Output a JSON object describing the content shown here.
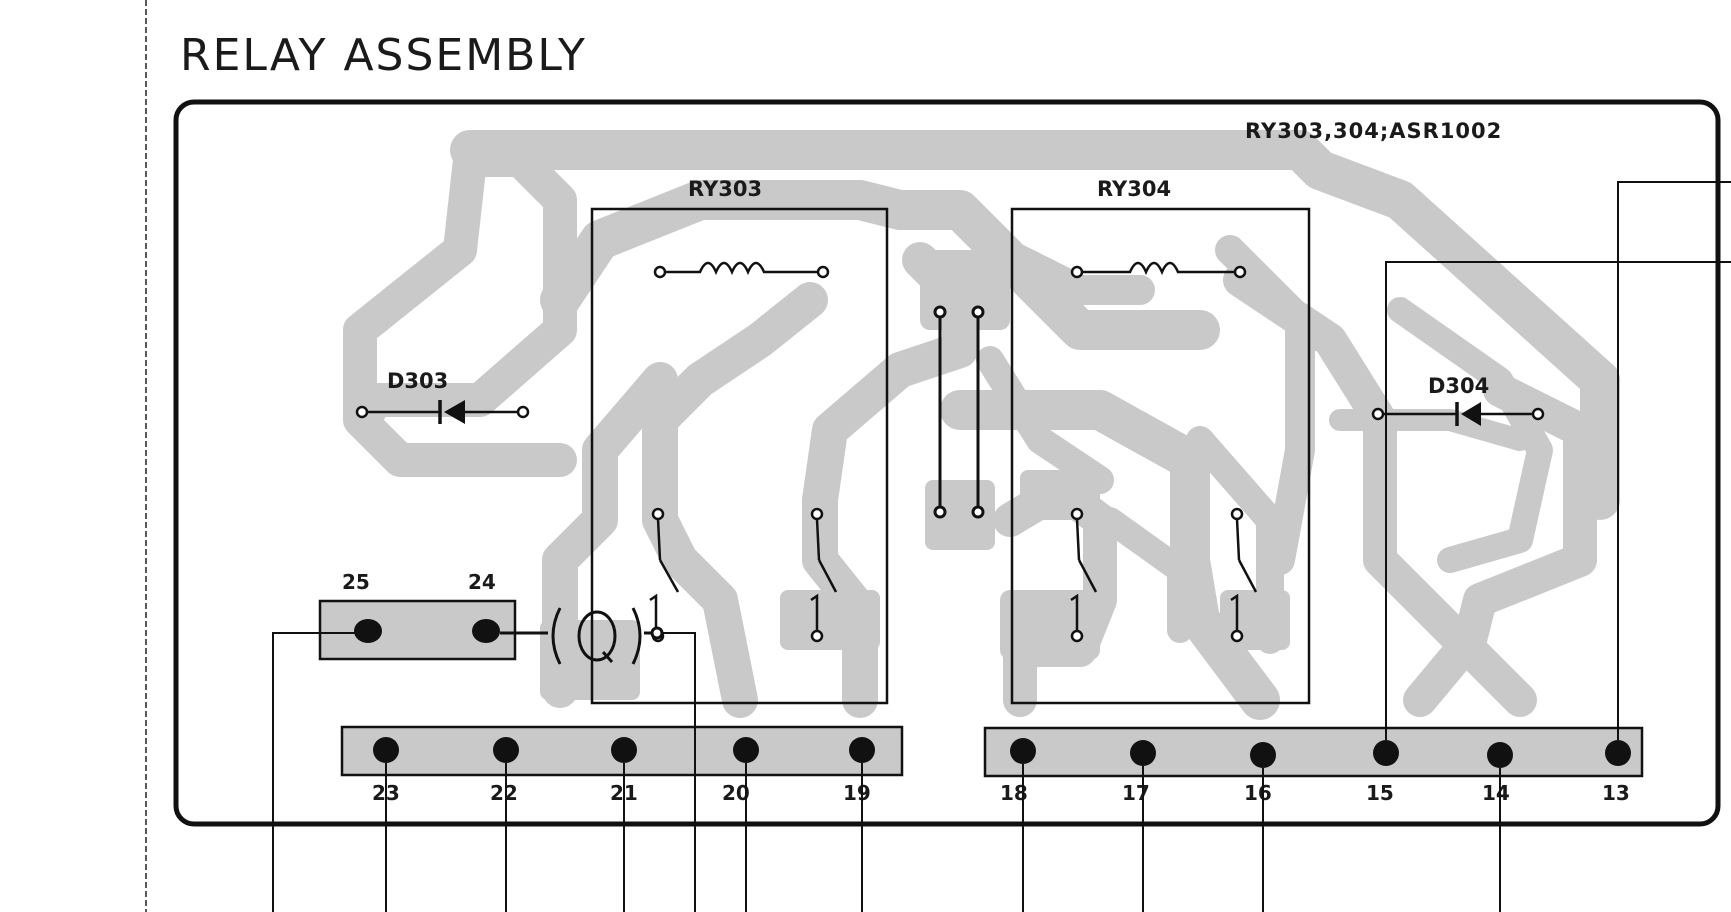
{
  "title": "RELAY ASSEMBLY",
  "part_note": "RY303,304;ASR1002",
  "relays": [
    {
      "id": "ry303",
      "label": "RY303"
    },
    {
      "id": "ry304",
      "label": "RY304"
    }
  ],
  "diodes": [
    {
      "id": "d303",
      "label": "D303"
    },
    {
      "id": "d304",
      "label": "D304"
    }
  ],
  "small_connector": {
    "labels": [
      "25",
      "24"
    ]
  },
  "bottom_left_connector": {
    "labels": [
      "23",
      "22",
      "21",
      "20",
      "19"
    ]
  },
  "bottom_right_connector": {
    "labels": [
      "18",
      "17",
      "16",
      "15",
      "14",
      "13"
    ]
  },
  "colors": {
    "ink": "#1a1a1a",
    "copper_trace": "#c9c9c9",
    "board_outline": "#111111",
    "background": "#ffffff"
  }
}
